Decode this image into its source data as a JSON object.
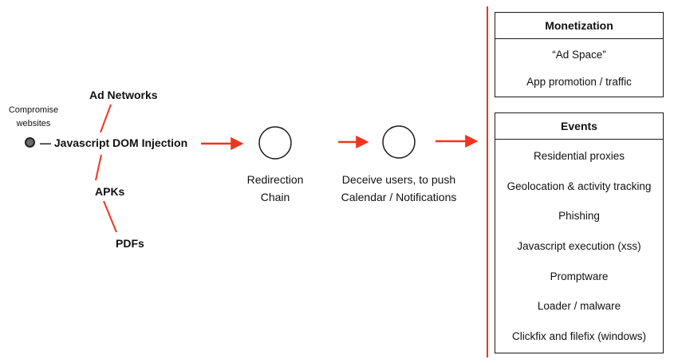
{
  "left_cluster": {
    "compromise_label": "Compromise\nwebsites",
    "main_node": "—  Javascript DOM Injection",
    "branch_ad_networks": "Ad Networks",
    "branch_apks": "APKs",
    "branch_pdfs": "PDFs"
  },
  "flow": {
    "step1_label": "Redirection\nChain",
    "step2_label": "Deceive users, to push\nCalendar / Notifications"
  },
  "monetization": {
    "title": "Monetization",
    "items": [
      "“Ad Space”",
      "App promotion / traffic"
    ]
  },
  "events": {
    "title": "Events",
    "items": [
      "Residential proxies",
      "Geolocation & activity tracking",
      "Phishing",
      "Javascript execution (xss)",
      "Promptware",
      "Loader / malware",
      "Clickfix and filefix (windows)"
    ]
  },
  "colors": {
    "accent_red": "#f0351f",
    "ink": "#111111"
  }
}
